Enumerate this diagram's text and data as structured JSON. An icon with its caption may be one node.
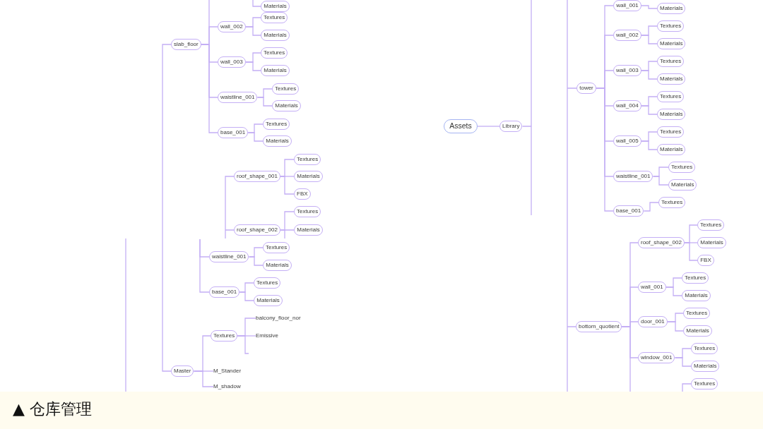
{
  "diagram": {
    "caption": "▲ 仓库管理",
    "nodes": [
      {
        "text": [
          "slab_floor"
        ]
      },
      {
        "text": [
          "Materials"
        ]
      },
      {
        "text": [
          "wall_002"
        ]
      },
      {
        "text": [
          "Textures"
        ]
      },
      {
        "text": [
          "Materials"
        ]
      },
      {
        "text": [
          "wall_003"
        ]
      },
      {
        "text": [
          "Textures"
        ]
      },
      {
        "text": [
          "Materials"
        ]
      },
      {
        "text": [
          "waistline_001"
        ]
      },
      {
        "text": [
          "Textures"
        ]
      },
      {
        "text": [
          "Materials"
        ]
      },
      {
        "text": [
          "base_001"
        ]
      },
      {
        "text": [
          "Textures"
        ]
      },
      {
        "text": [
          "Materials"
        ]
      },
      {
        "text": [
          "roof_shape_001"
        ]
      },
      {
        "text": [
          "Textures"
        ]
      },
      {
        "text": [
          "Materials"
        ]
      },
      {
        "text": [
          "FBX"
        ]
      },
      {
        "text": [
          "roof_shape_002"
        ]
      },
      {
        "text": [
          "Textures"
        ]
      },
      {
        "text": [
          "Materials"
        ]
      },
      {
        "text": [
          "waistline_001"
        ]
      },
      {
        "text": [
          "Textures"
        ]
      },
      {
        "text": [
          "Materials"
        ]
      },
      {
        "text": [
          "base_001"
        ]
      },
      {
        "text": [
          "Textures"
        ]
      },
      {
        "text": [
          "Materials"
        ]
      },
      {
        "text": [
          "Master"
        ]
      },
      {
        "text": [
          "Textures"
        ]
      },
      {
        "text": [
          "balcony_floor_nor"
        ]
      },
      {
        "text": [
          "Emissive"
        ]
      },
      {
        "text": [
          "M_Stander"
        ]
      },
      {
        "text": [
          "M_shadow"
        ]
      },
      {
        "text": [
          "Assets"
        ]
      },
      {
        "text": [
          "Library"
        ]
      },
      {
        "text": [
          "tower"
        ]
      },
      {
        "text": [
          "wall_001"
        ]
      },
      {
        "text": [
          "Materials"
        ]
      },
      {
        "text": [
          "wall_002"
        ]
      },
      {
        "text": [
          "Textures"
        ]
      },
      {
        "text": [
          "Materials"
        ]
      },
      {
        "text": [
          "wall_003"
        ]
      },
      {
        "text": [
          "Textures"
        ]
      },
      {
        "text": [
          "Materials"
        ]
      },
      {
        "text": [
          "wall_004"
        ]
      },
      {
        "text": [
          "Textures"
        ]
      },
      {
        "text": [
          "Materials"
        ]
      },
      {
        "text": [
          "wall_005"
        ]
      },
      {
        "text": [
          "Textures"
        ]
      },
      {
        "text": [
          "Materials"
        ]
      },
      {
        "text": [
          "waistline_001"
        ]
      },
      {
        "text": [
          "Textures"
        ]
      },
      {
        "text": [
          "Materials"
        ]
      },
      {
        "text": [
          "base_001"
        ]
      },
      {
        "text": [
          "Textures"
        ]
      },
      {
        "text": [
          "bottom_quotient"
        ]
      },
      {
        "text": [
          "roof_shape_002"
        ]
      },
      {
        "text": [
          "Textures"
        ]
      },
      {
        "text": [
          "Materials"
        ]
      },
      {
        "text": [
          "FBX"
        ]
      },
      {
        "text": [
          "wall_001"
        ]
      },
      {
        "text": [
          "Textures"
        ]
      },
      {
        "text": [
          "Materials"
        ]
      },
      {
        "text": [
          "door_001"
        ]
      },
      {
        "text": [
          "Textures"
        ]
      },
      {
        "text": [
          "Materials"
        ]
      },
      {
        "text": [
          "window_001"
        ]
      },
      {
        "text": [
          "Textures"
        ]
      },
      {
        "text": [
          "Materials"
        ]
      },
      {
        "text": [
          "Textures"
        ]
      }
    ],
    "edges": [
      {
        "from": null,
        "to": 0,
        "arrow": "none"
      },
      {
        "from": 0,
        "to": null,
        "arrow": "none"
      },
      {
        "from": null,
        "to": 1,
        "arrow": "none"
      },
      {
        "from": 0,
        "to": 2,
        "arrow": "none"
      },
      {
        "from": 2,
        "to": 3,
        "arrow": "none"
      },
      {
        "from": 2,
        "to": 4,
        "arrow": "none"
      },
      {
        "from": 0,
        "to": 5,
        "arrow": "none"
      },
      {
        "from": 5,
        "to": 6,
        "arrow": "none"
      },
      {
        "from": 5,
        "to": 7,
        "arrow": "none"
      },
      {
        "from": 0,
        "to": 8,
        "arrow": "none"
      },
      {
        "from": 8,
        "to": 9,
        "arrow": "none"
      },
      {
        "from": 8,
        "to": 10,
        "arrow": "none"
      },
      {
        "from": 0,
        "to": 11,
        "arrow": "none"
      },
      {
        "from": 11,
        "to": 12,
        "arrow": "none"
      },
      {
        "from": 11,
        "to": 13,
        "arrow": "none"
      },
      {
        "from": null,
        "to": 14,
        "arrow": "none"
      },
      {
        "from": 14,
        "to": 15,
        "arrow": "none"
      },
      {
        "from": 14,
        "to": 16,
        "arrow": "none"
      },
      {
        "from": 14,
        "to": 17,
        "arrow": "none"
      },
      {
        "from": null,
        "to": 18,
        "arrow": "none"
      },
      {
        "from": 18,
        "to": 19,
        "arrow": "none"
      },
      {
        "from": 18,
        "to": 20,
        "arrow": "none"
      },
      {
        "from": null,
        "to": 21,
        "arrow": "none"
      },
      {
        "from": 21,
        "to": 22,
        "arrow": "none"
      },
      {
        "from": 21,
        "to": 23,
        "arrow": "none"
      },
      {
        "from": null,
        "to": 24,
        "arrow": "none"
      },
      {
        "from": 24,
        "to": 25,
        "arrow": "none"
      },
      {
        "from": 24,
        "to": 26,
        "arrow": "none"
      },
      {
        "from": null,
        "to": 27,
        "arrow": "none"
      },
      {
        "from": 27,
        "to": 28,
        "arrow": "none"
      },
      {
        "from": 28,
        "to": 29,
        "arrow": "none"
      },
      {
        "from": 28,
        "to": 30,
        "arrow": "none"
      },
      {
        "from": 28,
        "to": null,
        "arrow": "none"
      },
      {
        "from": 27,
        "to": 31,
        "arrow": "none"
      },
      {
        "from": 27,
        "to": 32,
        "arrow": "none"
      },
      {
        "from": 33,
        "to": 34,
        "arrow": "none"
      },
      {
        "from": 34,
        "to": null,
        "arrow": "none"
      },
      {
        "from": null,
        "to": 35,
        "arrow": "none"
      },
      {
        "from": 35,
        "to": 36,
        "arrow": "none"
      },
      {
        "from": 36,
        "to": 37,
        "arrow": "none"
      },
      {
        "from": 35,
        "to": 38,
        "arrow": "none"
      },
      {
        "from": 38,
        "to": 39,
        "arrow": "none"
      },
      {
        "from": 38,
        "to": 40,
        "arrow": "none"
      },
      {
        "from": 35,
        "to": 41,
        "arrow": "none"
      },
      {
        "from": 41,
        "to": 42,
        "arrow": "none"
      },
      {
        "from": 41,
        "to": 43,
        "arrow": "none"
      },
      {
        "from": 35,
        "to": 44,
        "arrow": "none"
      },
      {
        "from": 44,
        "to": 45,
        "arrow": "none"
      },
      {
        "from": 44,
        "to": 46,
        "arrow": "none"
      },
      {
        "from": 35,
        "to": 47,
        "arrow": "none"
      },
      {
        "from": 47,
        "to": 48,
        "arrow": "none"
      },
      {
        "from": 47,
        "to": 49,
        "arrow": "none"
      },
      {
        "from": 35,
        "to": 50,
        "arrow": "none"
      },
      {
        "from": 50,
        "to": 51,
        "arrow": "none"
      },
      {
        "from": 50,
        "to": 52,
        "arrow": "none"
      },
      {
        "from": 35,
        "to": 53,
        "arrow": "none"
      },
      {
        "from": 53,
        "to": 54,
        "arrow": "none"
      },
      {
        "from": null,
        "to": 55,
        "arrow": "none"
      },
      {
        "from": 55,
        "to": 56,
        "arrow": "none"
      },
      {
        "from": 56,
        "to": 57,
        "arrow": "none"
      },
      {
        "from": 56,
        "to": 58,
        "arrow": "none"
      },
      {
        "from": 56,
        "to": 59,
        "arrow": "none"
      },
      {
        "from": 55,
        "to": 60,
        "arrow": "none"
      },
      {
        "from": 60,
        "to": 61,
        "arrow": "none"
      },
      {
        "from": 60,
        "to": 62,
        "arrow": "none"
      },
      {
        "from": 55,
        "to": 63,
        "arrow": "none"
      },
      {
        "from": 63,
        "to": 64,
        "arrow": "none"
      },
      {
        "from": 63,
        "to": 65,
        "arrow": "none"
      },
      {
        "from": 55,
        "to": 66,
        "arrow": "none"
      },
      {
        "from": 66,
        "to": 67,
        "arrow": "none"
      },
      {
        "from": 66,
        "to": 68,
        "arrow": "none"
      },
      {
        "from": 55,
        "to": null,
        "arrow": "none"
      },
      {
        "from": null,
        "to": 69,
        "arrow": "none"
      }
    ]
  }
}
